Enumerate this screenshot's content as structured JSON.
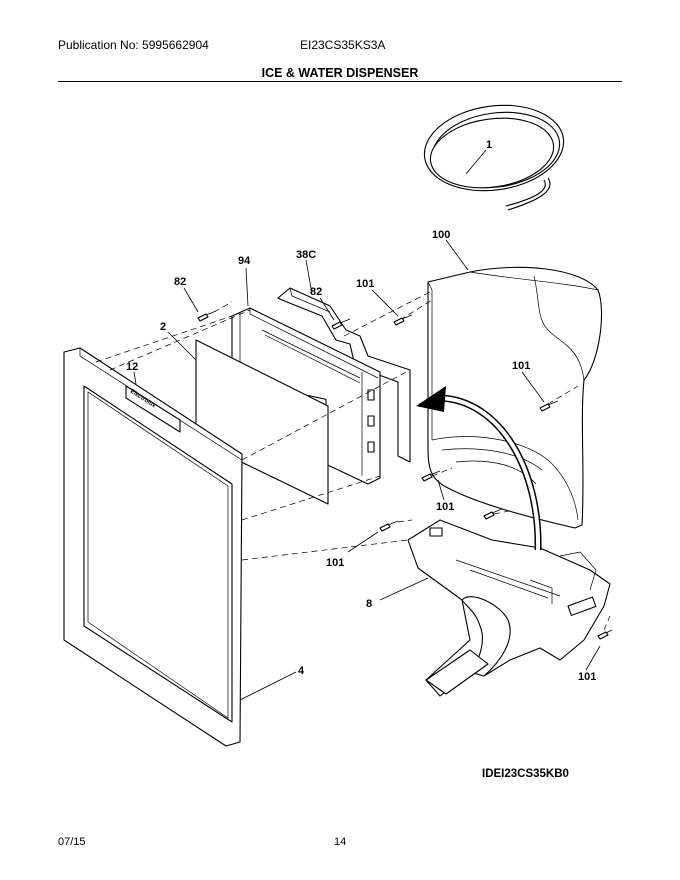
{
  "header": {
    "publication": "Publication No: 5995662904",
    "model": "EI23CS35KS3A",
    "title": "ICE & WATER DISPENSER"
  },
  "callouts": {
    "tube": "1",
    "housing": "100",
    "board": "94",
    "cover": "38C",
    "screw_left": "82",
    "screw_mid": "82",
    "screw_top": "101",
    "label_sheet": "2",
    "logo": "12",
    "screw_right": "101",
    "screw_low": "101",
    "screw_dispenser": "101",
    "dispenser": "8",
    "frame": "4",
    "screw_bottom": "101"
  },
  "logo_text": "Electrolux",
  "footer": {
    "diagram_code": "IDEI23CS35KB0",
    "date": "07/15",
    "page": "14"
  }
}
